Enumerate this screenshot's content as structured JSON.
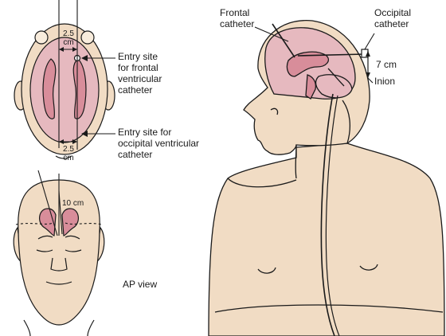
{
  "labels": {
    "frontal_catheter": [
      "Frontal",
      "catheter"
    ],
    "occipital_catheter": [
      "Occipital",
      "catheter"
    ],
    "seven_cm": "7 cm",
    "inion": "Inion",
    "entry_frontal": [
      "Entry site",
      "for frontal",
      "ventricular",
      "catheter"
    ],
    "entry_occipital": [
      "Entry site for",
      "occipital ventricular",
      "catheter"
    ],
    "top_measure": [
      "2.5",
      "cm"
    ],
    "bottom_measure": [
      "2.5",
      "cm"
    ],
    "ten_cm": "10 cm",
    "ap_view": "AP view"
  },
  "colors": {
    "skin": "#f1dcc4",
    "brain": "#e6b9bf",
    "ventricle": "#d88d9a",
    "outline": "#1a1a1a"
  }
}
